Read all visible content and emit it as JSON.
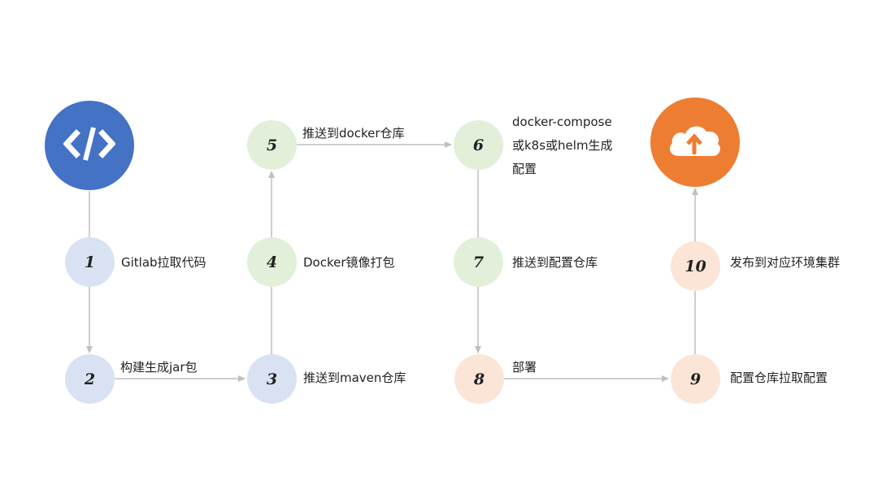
{
  "steps": [
    {
      "num": "1",
      "label": "Gitlab拉取代码"
    },
    {
      "num": "2",
      "label": "构建生成jar包"
    },
    {
      "num": "3",
      "label": "推送到maven仓库"
    },
    {
      "num": "4",
      "label": "Docker镜像打包"
    },
    {
      "num": "5",
      "label": "推送到docker仓库"
    },
    {
      "num": "6",
      "label_lines": [
        "docker-compose",
        "或k8s或helm生成",
        "配置"
      ]
    },
    {
      "num": "7",
      "label": "推送到配置仓库"
    },
    {
      "num": "8",
      "label": "部署"
    },
    {
      "num": "9",
      "label": "配置仓库拉取配置"
    },
    {
      "num": "10",
      "label": "发布到对应环境集群"
    }
  ],
  "icons": {
    "start": "code-icon",
    "end": "cloud-upload-icon"
  },
  "colors": {
    "start_circle": "#4472c4",
    "end_circle": "#ed7d31",
    "blue_node": "#d9e2f2",
    "green_node": "#e2efd9",
    "peach_node": "#fbe5d6",
    "connector": "#bfbfbf"
  }
}
